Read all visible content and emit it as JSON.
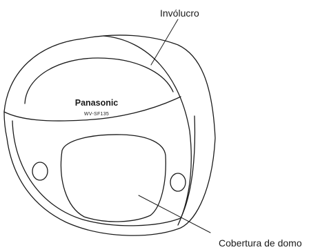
{
  "brand_text": "Panasonic",
  "model_text": "WV-SF135",
  "labels": {
    "housing": "Invólucro",
    "dome_cover": "Cobertura de domo"
  },
  "colors": {
    "line": "#1a1a1a",
    "background": "#ffffff"
  }
}
